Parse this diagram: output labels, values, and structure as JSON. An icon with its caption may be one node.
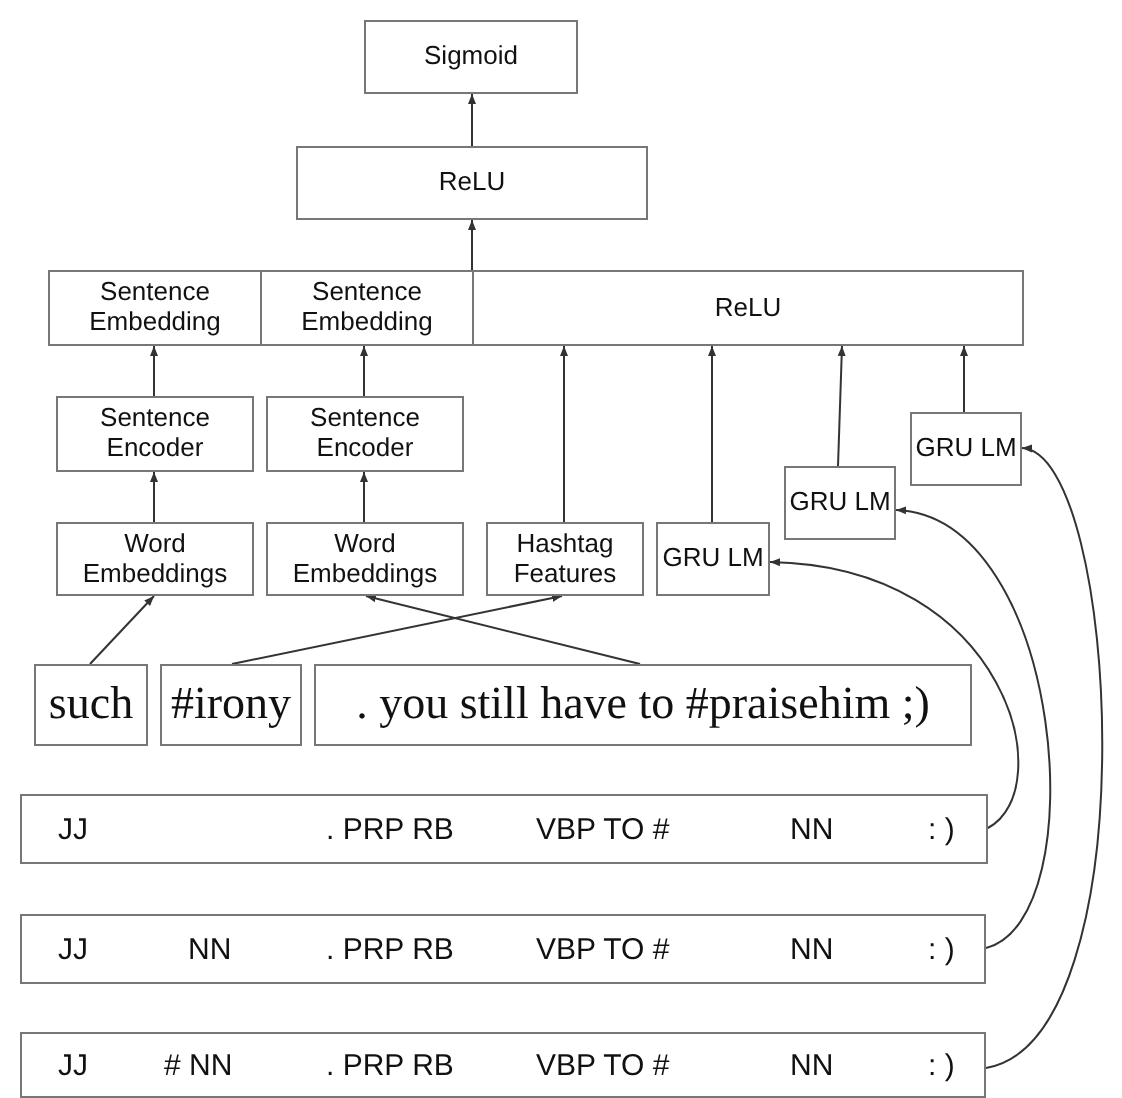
{
  "diagram": {
    "nodes": [
      {
        "text": [
          "Sigmoid"
        ]
      },
      {
        "text": [
          "ReLU"
        ]
      },
      {
        "text": [
          "Sentence Embedding"
        ]
      },
      {
        "text": [
          "Sentence Embedding"
        ]
      },
      {
        "text": [
          "ReLU"
        ]
      },
      {
        "text": [
          "Sentence Encoder"
        ]
      },
      {
        "text": [
          "Sentence Encoder"
        ]
      },
      {
        "text": [
          "Word Embeddings"
        ]
      },
      {
        "text": [
          "Word Embeddings"
        ]
      },
      {
        "text": [
          "Hashtag Features"
        ]
      },
      {
        "text": [
          "GRU LM"
        ]
      },
      {
        "text": [
          "GRU LM"
        ]
      },
      {
        "text": [
          "GRU LM"
        ]
      },
      {
        "text": [
          "such"
        ]
      },
      {
        "text": [
          "#irony"
        ]
      },
      {
        "text": [
          ". you still have to #praisehim ;)"
        ]
      },
      {
        "text": [
          "JJ",
          ". PRP RB",
          "VBP TO #",
          "NN",
          ": )"
        ]
      },
      {
        "text": [
          "JJ",
          "NN",
          ". PRP RB",
          "VBP TO #",
          "NN",
          ": )"
        ]
      },
      {
        "text": [
          "JJ",
          "# NN",
          ". PRP RB",
          "VBP TO #",
          "NN",
          ": )"
        ]
      }
    ],
    "edges": [
      {
        "from": 1,
        "to": 0,
        "arrow": "to"
      },
      {
        "from": 4,
        "to": 1,
        "arrow": "to"
      },
      {
        "from": 5,
        "to": 2,
        "arrow": "to"
      },
      {
        "from": 6,
        "to": 3,
        "arrow": "to"
      },
      {
        "from": 7,
        "to": 5,
        "arrow": "to"
      },
      {
        "from": 8,
        "to": 6,
        "arrow": "to"
      },
      {
        "from": 9,
        "to": 4,
        "arrow": "to"
      },
      {
        "from": 10,
        "to": 4,
        "arrow": "to"
      },
      {
        "from": 11,
        "to": 4,
        "arrow": "to"
      },
      {
        "from": 12,
        "to": 4,
        "arrow": "to"
      },
      {
        "from": 13,
        "to": 7,
        "arrow": "to"
      },
      {
        "from": 14,
        "to": 9,
        "arrow": "to"
      },
      {
        "from": 15,
        "to": 8,
        "arrow": "to"
      },
      {
        "from": 16,
        "to": 10,
        "arrow": "to"
      },
      {
        "from": 17,
        "to": 11,
        "arrow": "to"
      },
      {
        "from": 18,
        "to": 12,
        "arrow": "to"
      }
    ]
  }
}
